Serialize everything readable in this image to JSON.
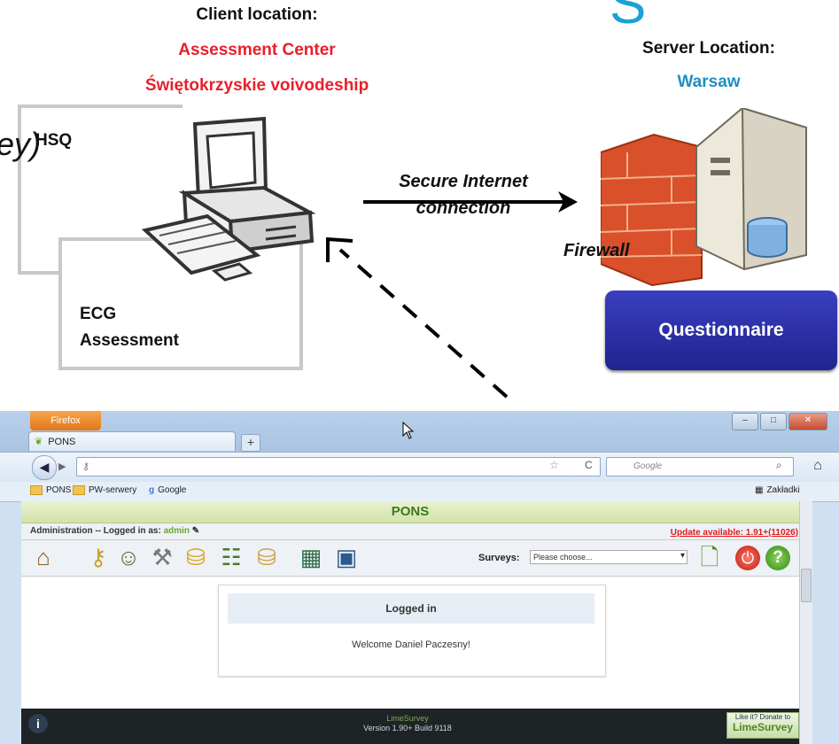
{
  "diagram": {
    "client_title": "Client location:",
    "client_center": "Assessment Center",
    "client_region": "Świętokrzyskie voivodeship",
    "server_title": "Server Location:",
    "server_city": "Warsaw",
    "big_letter_fragment": "S",
    "cut_text_fragment": "ey)",
    "hsq_label": "HSQ",
    "ecg_label_line1": "ECG",
    "ecg_label_line2": "Assessment",
    "connection_line1": "Secure Internet",
    "connection_line2": "connection",
    "firewall_label": "Firewall",
    "questionnaire_label": "Questionnaire",
    "colors": {
      "red": "#e8202a",
      "blue_city": "#1f8fbf",
      "button_blue": "#2a2fa6"
    }
  },
  "browser": {
    "firefox_button": "Firefox",
    "tab_title": "PONS",
    "newtab_symbol": "+",
    "search_placeholder": "Google",
    "bookmarks": [
      "PONS",
      "PW-serwery",
      "Google"
    ],
    "bookmarks_right": "Zakładki"
  },
  "app": {
    "title": "PONS",
    "admin_text": "Administration -- Logged in as:",
    "admin_user": "admin",
    "update_text": "Update available: 1.91+(11026)",
    "surveys_label": "Surveys:",
    "surveys_select": "Please choose...",
    "login_heading": "Logged in",
    "welcome_text": "Welcome Daniel Paczesny!",
    "footer_brand": "LimeSurvey",
    "footer_version": "Version 1.90+ Build 9118",
    "donate_line": "Like it? Donate to",
    "donate_brand": "LimeSurvey"
  }
}
